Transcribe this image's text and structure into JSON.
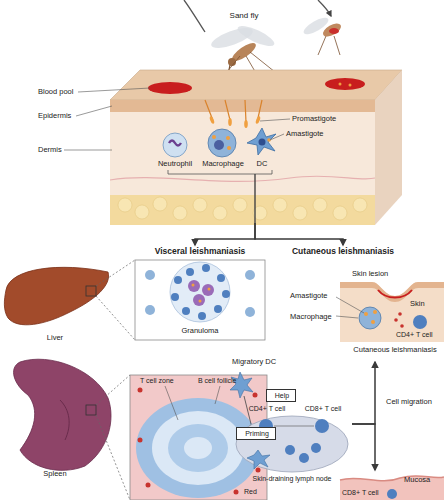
{
  "diagram": {
    "nodes": [
      {
        "text": [
          "Blood pool",
          "Epidermis",
          "Promastigote",
          "Amastigote",
          "Dermis",
          "Neutrophil",
          "Macrophage",
          "DC"
        ]
      },
      {
        "text": [
          "Visceral leishmaniasis",
          "Granuloma"
        ]
      },
      {
        "text": [
          "Cutaneous leishmaniasis",
          "Skin lesion",
          "Amastigote",
          "Skin",
          "Macrophage",
          "CD4+ T cell",
          "Cutaneous leishmaniasis"
        ]
      },
      {
        "text": [
          "T cell zone",
          "B cell follicle",
          "Red"
        ]
      },
      {
        "text": [
          "Migratory DC",
          "CD4+ T cell",
          "CD8+ T cell",
          "Skin-draining lymph node"
        ]
      },
      {
        "text": [
          "Help"
        ],
        "in": 4
      },
      {
        "text": [
          "Priming"
        ],
        "in": 4
      },
      {
        "text": [
          "Mucosa",
          "CD8+ T cell"
        ]
      }
    ],
    "edges": [
      {
        "from": 0,
        "to": 1,
        "arrow": "to"
      },
      {
        "from": 0,
        "to": 2,
        "arrow": "to"
      },
      {
        "from": 4,
        "to": 2,
        "arrow": "to",
        "label": "Cell migration"
      },
      {
        "from": 4,
        "to": 7,
        "arrow": "to"
      }
    ],
    "labels": [
      "Sand fly",
      "Liver",
      "Spleen"
    ]
  }
}
